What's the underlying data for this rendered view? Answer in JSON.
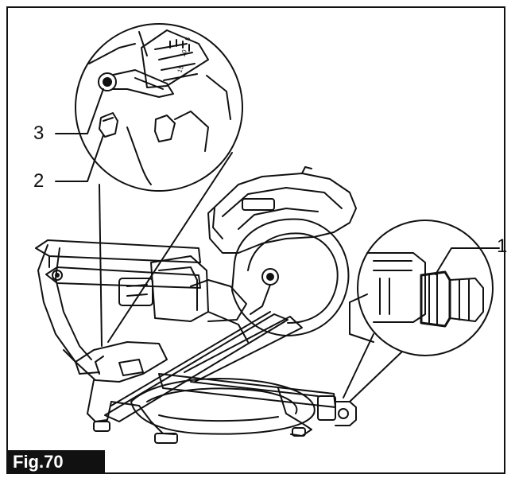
{
  "figure": {
    "label": "Fig.70"
  },
  "callouts": [
    {
      "id": "1",
      "text": "1"
    },
    {
      "id": "2",
      "text": "2"
    },
    {
      "id": "3",
      "text": "3"
    }
  ],
  "scale_marks": [
    "5",
    "10",
    "15"
  ],
  "colors": {
    "ink": "#111111",
    "paper": "#ffffff",
    "label_bg": "#111111",
    "label_text": "#ffffff"
  }
}
